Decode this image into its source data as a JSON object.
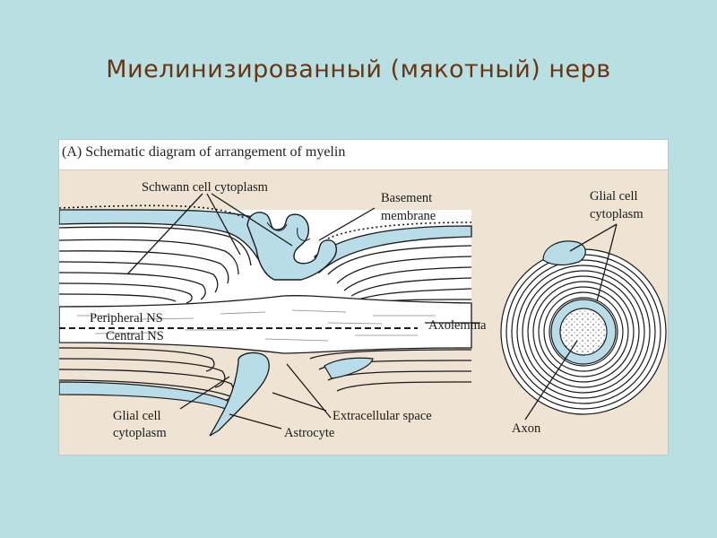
{
  "slide": {
    "title": "Миелинизированный (мякотный) нерв"
  },
  "figure": {
    "caption": "(A)  Schematic diagram of arrangement of myelin",
    "labels": {
      "schwann_cytoplasm": "Schwann cell cytoplasm",
      "basement_line1": "Basement",
      "basement_line2": "membrane",
      "peripheral_ns": "Peripheral NS",
      "central_ns": "Central NS",
      "axolemma": "Axolemma",
      "glial_left_line1": "Glial cell",
      "glial_left_line2": "cytoplasm",
      "astrocyte": "Astrocyte",
      "extracellular": "Extracellular space",
      "glial_right_line1": "Glial cell",
      "glial_right_line2": "cytoplasm",
      "axon": "Axon"
    },
    "colors": {
      "cytoplasm": "#b8dde8",
      "background": "#efe4d4",
      "line": "#1a1a1a"
    }
  }
}
